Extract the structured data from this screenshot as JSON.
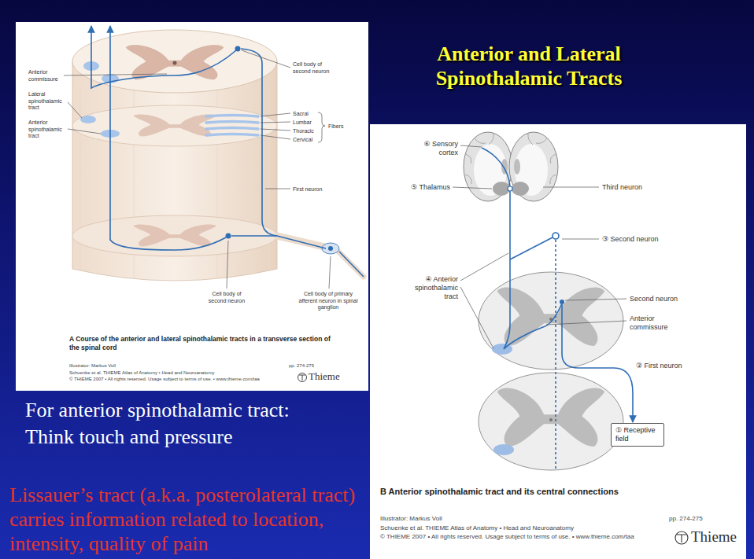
{
  "diagram": {
    "title": "Anterior and Lateral Spinothalamic Tracts",
    "nodes": [
      {
        "text": [
          "A Course of the anterior and lateral spinothalamic tracts in a transverse section of the spinal cord"
        ]
      },
      {
        "text": [
          "B Anterior spinothalamic tract and its central connections"
        ]
      },
      {
        "text": [
          "① Receptive field"
        ],
        "in": 1
      }
    ],
    "labels": [
      "Anterior commissure",
      "Lateral spinothalamic tract",
      "Anterior spinothalamic tract",
      "Cell body of second neuron",
      "Sacral",
      "Lumbar",
      "Thoracic",
      "Cervical",
      "Fibers",
      "First neuron",
      "Cell body of second neuron",
      "Cell body of primary afferent neuron in spinal ganglion",
      "Illustrator: Markus Voll",
      "pp. 274-275",
      "Schuenke et al. THIEME Atlas of Anatomy • Head and Neuroanatomy",
      "© THIEME 2007 • All rights reserved. Usage subject to terms of use. • www.thieme.com/taa",
      "Thieme",
      "For anterior spinothalamic tract: Think touch and pressure",
      "Lissauer’s tract (a.k.a. posterolateral tract) carries information related to location, intensity, quality of pain",
      "⑥ Sensory cortex",
      "⑤ Thalamus",
      "Third neuron",
      "③ Second neuron",
      "④ Anterior spinothalamic tract",
      "Second neuron",
      "Anterior commissure",
      "② First neuron",
      "Illustrator: Markus Voll",
      "pp. 274-275",
      "Schuenke et al. THIEME Atlas of Anatomy • Head and Neuroanatomy",
      "© THIEME 2007 • All rights reserved. Usage subject to terms of use. • www.thieme.com/taa",
      "Thieme"
    ]
  }
}
